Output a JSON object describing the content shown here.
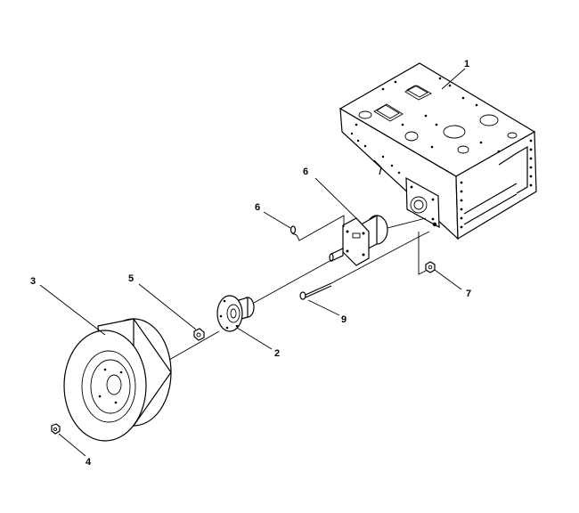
{
  "callouts": {
    "c1": "1",
    "c2": "2",
    "c3": "3",
    "c4": "4",
    "c5": "5",
    "c6a": "6",
    "c6b": "6",
    "c7": "7",
    "c9": "9"
  }
}
